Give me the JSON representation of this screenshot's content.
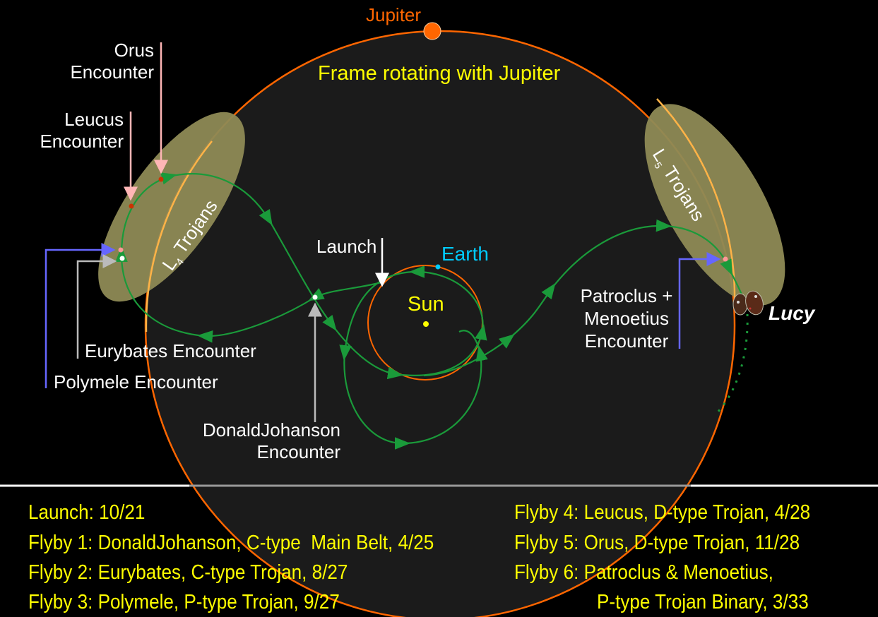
{
  "title": "Frame rotating with Jupiter",
  "bodies": {
    "jupiter": "Jupiter",
    "earth": "Earth",
    "sun": "Sun",
    "spacecraft": "Lucy"
  },
  "regions": {
    "l4_prefix": "L",
    "l4_sub": "4",
    "l4_suffix": " Trojans",
    "l5_prefix": "L",
    "l5_sub": "5",
    "l5_suffix": " Trojans"
  },
  "labels": {
    "orus": [
      "Orus",
      "Encounter"
    ],
    "leucus": [
      "Leucus",
      "Encounter"
    ],
    "launch": "Launch",
    "eurybates": "Eurybates Encounter",
    "polymele": "Polymele Encounter",
    "donaldjohanson": [
      "DonaldJohanson",
      "Encounter"
    ],
    "patroclus": [
      "Patroclus +",
      "Menoetius",
      "Encounter"
    ]
  },
  "timeline_left": [
    "Launch: 10/21",
    "Flyby 1: DonaldJohanson, C-type  Main Belt, 4/25",
    "Flyby 2: Eurybates, C-type Trojan, 8/27",
    "Flyby 3: Polymele, P-type Trojan, 9/27"
  ],
  "timeline_right": [
    "Flyby 4: Leucus, D-type Trojan, 4/28",
    "Flyby 5: Orus, D-type Trojan, 11/28",
    "Flyby 6: Patroclus & Menoetius,",
    "P-type Trojan Binary, 3/33"
  ],
  "colors": {
    "jupiter_orbit": "#ff6600",
    "earth_orbit": "#ff6600",
    "trajectory": "#1a9a3a",
    "trojans": "#8e8a55",
    "text_yellow": "#ffff00",
    "earth": "#00ccff",
    "pointer_blue": "#6666ff",
    "pointer_pink": "#ffb6b6",
    "pointer_gray": "#bbbbbb"
  }
}
